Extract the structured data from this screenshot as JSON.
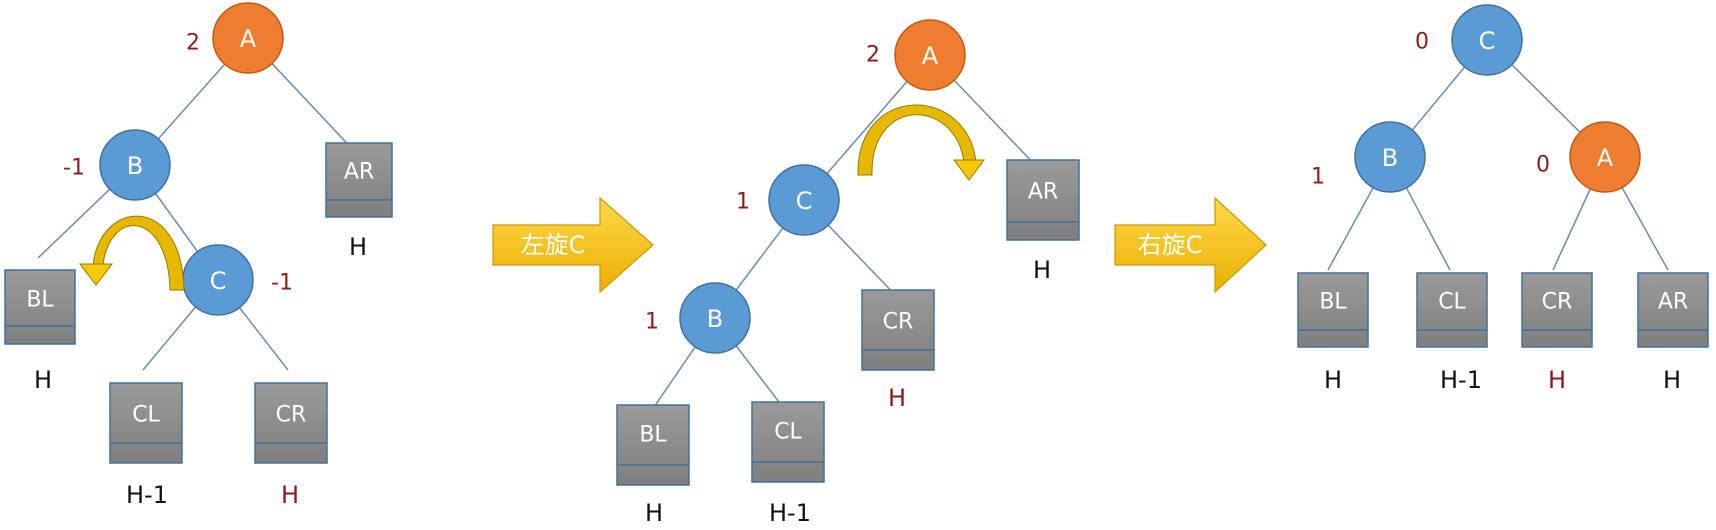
{
  "colors": {
    "blue_node": "#5b9bd5",
    "orange_node": "#ed7d31",
    "box_fill": "#8c8c8c",
    "bf_red": "#8b1a1a",
    "arrow_yellow": "#f5c000",
    "rotate_arrow": "#e6b800"
  },
  "diagram1": {
    "nodes": {
      "A": "A",
      "B": "B",
      "C": "C"
    },
    "bf": {
      "A": "2",
      "B": "-1",
      "C": "-1"
    },
    "boxes": {
      "AR": "AR",
      "BL": "BL",
      "CL": "CL",
      "CR": "CR"
    },
    "heights": {
      "AR": "H",
      "BL": "H",
      "CL": "H-1",
      "CR": "H"
    }
  },
  "arrow1": {
    "label": "左旋C"
  },
  "diagram2": {
    "nodes": {
      "A": "A",
      "B": "B",
      "C": "C"
    },
    "bf": {
      "A": "2",
      "C": "1",
      "B": "1"
    },
    "boxes": {
      "AR": "AR",
      "CR": "CR",
      "BL": "BL",
      "CL": "CL"
    },
    "heights": {
      "AR": "H",
      "CR": "H",
      "BL": "H",
      "CL": "H-1"
    }
  },
  "arrow2": {
    "label": "右旋C"
  },
  "diagram3": {
    "nodes": {
      "C": "C",
      "B": "B",
      "A": "A"
    },
    "bf": {
      "C": "0",
      "B": "1",
      "A": "0"
    },
    "boxes": {
      "BL": "BL",
      "CL": "CL",
      "CR": "CR",
      "AR": "AR"
    },
    "heights": {
      "BL": "H",
      "CL": "H-1",
      "CR": "H",
      "AR": "H"
    }
  }
}
